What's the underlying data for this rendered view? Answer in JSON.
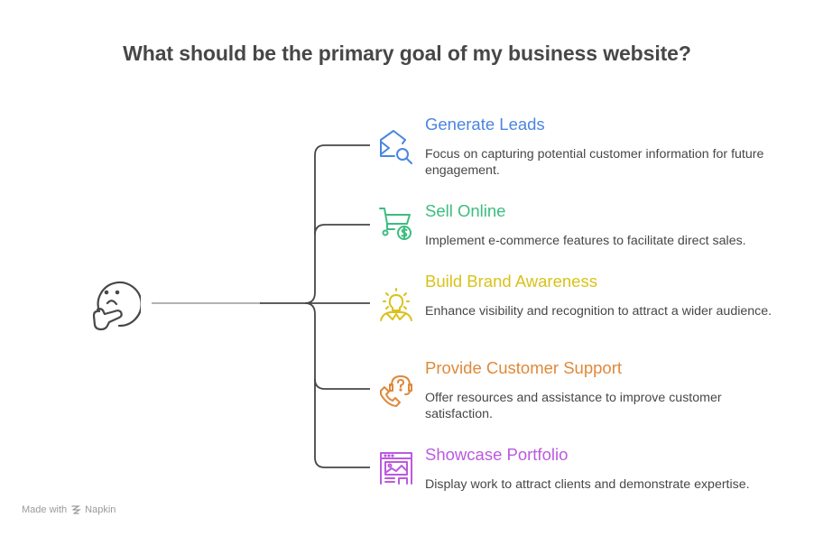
{
  "title": "What should be the primary goal of my business website?",
  "central_node": {
    "icon": "thinking-face-icon"
  },
  "items": [
    {
      "title": "Generate Leads",
      "description": "Focus on capturing potential customer information for future engagement.",
      "icon": "envelope-search-icon",
      "color": "#4a86e0"
    },
    {
      "title": "Sell Online",
      "description": "Implement e-commerce features to facilitate direct sales.",
      "icon": "cart-dollar-icon",
      "color": "#3cbd7e"
    },
    {
      "title": "Build Brand Awareness",
      "description": "Enhance visibility and recognition to attract a wider audience.",
      "icon": "lightbulb-person-icon",
      "color": "#d9c21a"
    },
    {
      "title": "Provide Customer Support",
      "description": "Offer resources and assistance to improve customer satisfaction.",
      "icon": "phone-headset-question-icon",
      "color": "#e0893a"
    },
    {
      "title": "Showcase Portfolio",
      "description": "Display work to attract clients and demonstrate expertise.",
      "icon": "browser-image-icon",
      "color": "#bb5ae0"
    }
  ],
  "footer": {
    "made_with": "Made with",
    "brand": "Napkin",
    "icon": "napkin-logo-icon"
  }
}
